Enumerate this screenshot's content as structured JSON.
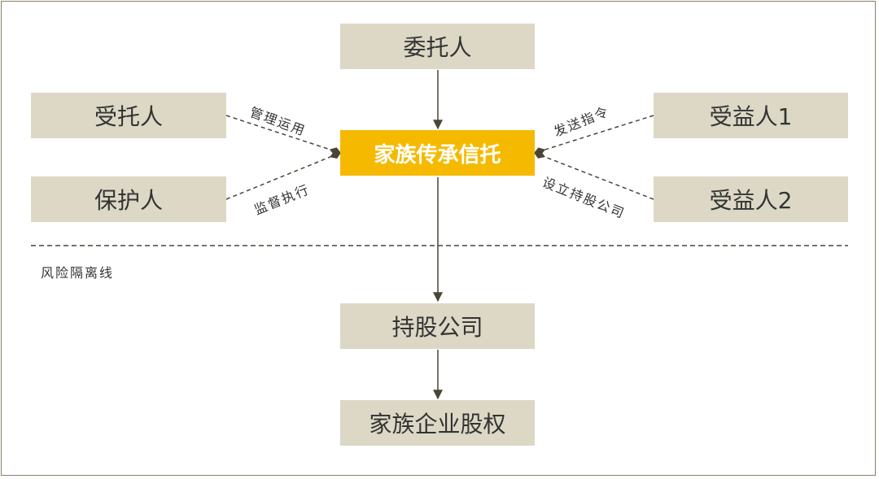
{
  "nodes": {
    "settlor": "委托人",
    "trustee": "受托人",
    "protector": "保护人",
    "trust": "家族传承信托",
    "beneficiary1": "受益人1",
    "beneficiary2": "受益人2",
    "holding_company": "持股公司",
    "family_equity": "家族企业股权"
  },
  "edge_labels": {
    "trustee_to_trust": "管理运用",
    "protector_to_trust": "监督执行",
    "beneficiary1_to_trust": "发送指令",
    "beneficiary2_to_trust": "设立持股公司"
  },
  "risk_line_label": "风险隔离线",
  "colors": {
    "node_fill": "#dcd8c5",
    "center_fill": "#f5ba00",
    "line": "#4a4535",
    "frame": "#8b8064"
  }
}
